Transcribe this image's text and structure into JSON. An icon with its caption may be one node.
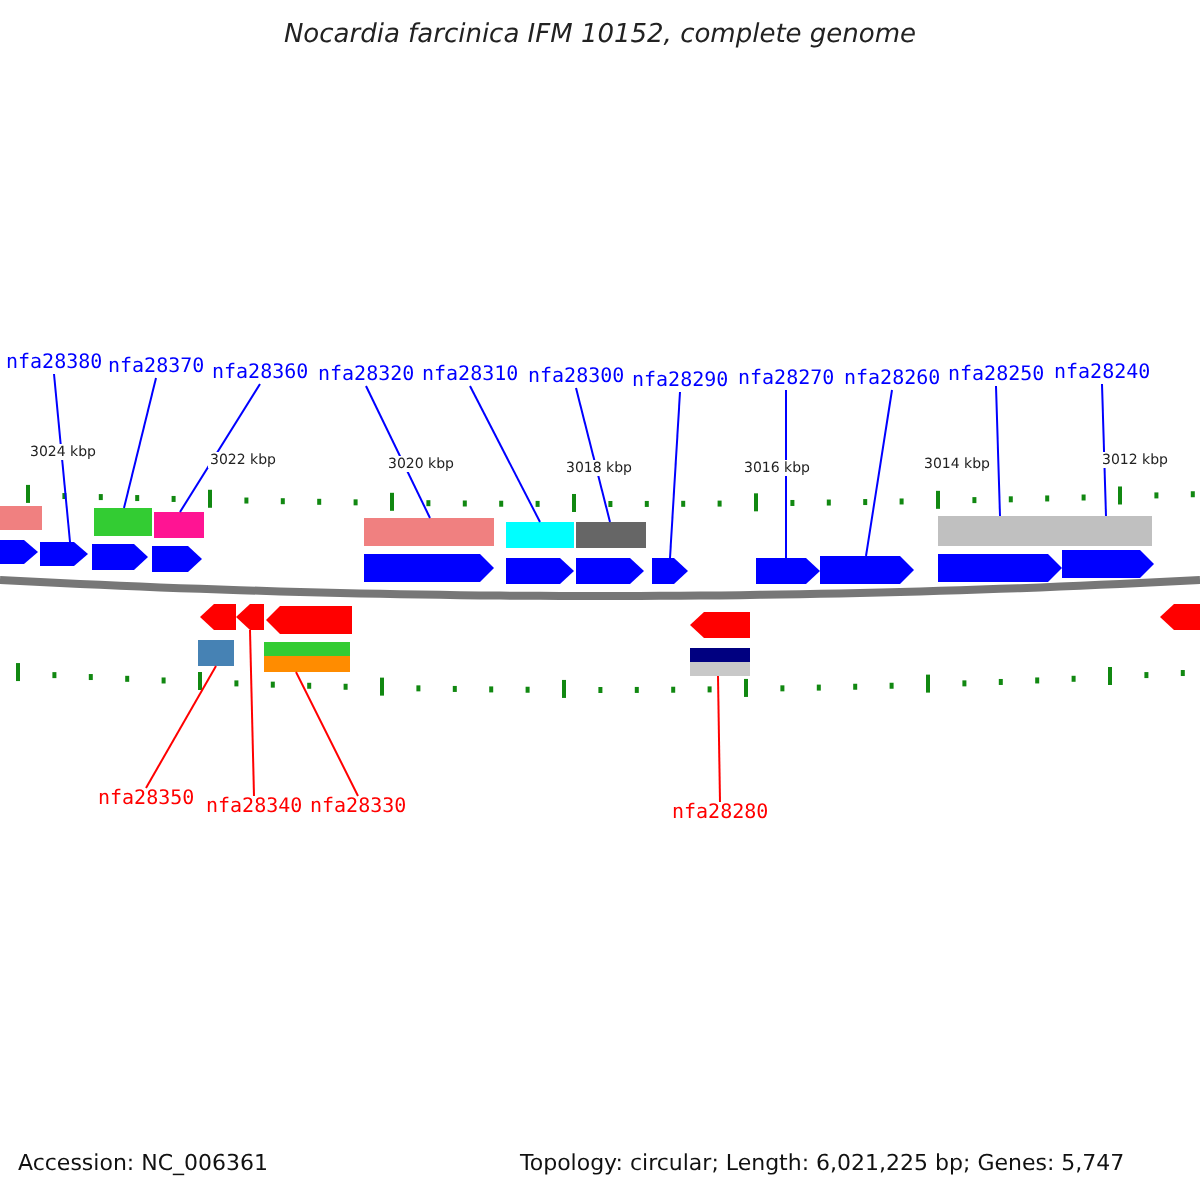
{
  "diagram": {
    "title": "Nocardia farcinica IFM 10152, complete genome",
    "nodes": [
      {
        "text": [
          "nfa28380"
        ]
      },
      {
        "text": [
          "nfa28370"
        ]
      },
      {
        "text": [
          "nfa28360"
        ]
      },
      {
        "text": [
          "nfa28320"
        ]
      },
      {
        "text": [
          "nfa28310"
        ]
      },
      {
        "text": [
          "nfa28300"
        ]
      },
      {
        "text": [
          "nfa28290"
        ]
      },
      {
        "text": [
          "nfa28270"
        ]
      },
      {
        "text": [
          "nfa28260"
        ]
      },
      {
        "text": [
          "nfa28250"
        ]
      },
      {
        "text": [
          "nfa28240"
        ]
      },
      {
        "text": [
          "nfa28350"
        ]
      },
      {
        "text": [
          "nfa28340"
        ]
      },
      {
        "text": [
          "nfa28330"
        ]
      },
      {
        "text": [
          "nfa28280"
        ]
      },
      {
        "text": [],
        "shape": "bar"
      },
      {
        "text": [],
        "shape": "bar"
      },
      {
        "text": [],
        "shape": "bar"
      },
      {
        "text": [],
        "shape": "bar"
      },
      {
        "text": [],
        "shape": "bar"
      },
      {
        "text": [],
        "shape": "bar"
      },
      {
        "text": [],
        "shape": "bar"
      },
      {
        "text": [],
        "shape": "pentagon"
      },
      {
        "text": [],
        "shape": "pentagon"
      },
      {
        "text": [],
        "shape": "pentagon"
      },
      {
        "text": [],
        "shape": "pentagon"
      },
      {
        "text": [],
        "shape": "pentagon"
      },
      {
        "text": [],
        "shape": "pentagon"
      },
      {
        "text": [],
        "shape": "pentagon"
      },
      {
        "text": [],
        "shape": "pentagon"
      },
      {
        "text": [],
        "shape": "pentagon"
      },
      {
        "text": [],
        "shape": "pentagon"
      },
      {
        "text": [],
        "shape": "pentagon"
      },
      {
        "text": [],
        "shape": "pentagon"
      },
      {
        "text": [],
        "shape": "pentagon"
      },
      {
        "text": [],
        "shape": "pentagon"
      },
      {
        "text": [],
        "shape": "pentagon"
      },
      {
        "text": [],
        "shape": "pentagon"
      },
      {
        "text": [],
        "shape": "pentagon"
      },
      {
        "text": [],
        "shape": "bar"
      },
      {
        "text": [],
        "shape": "bar"
      },
      {
        "text": [],
        "shape": "bar"
      },
      {
        "text": [],
        "shape": "bar"
      },
      {
        "text": [],
        "shape": "bar"
      }
    ],
    "edges": [
      {
        "from": 0,
        "to": 23,
        "arrow": "none"
      },
      {
        "from": 1,
        "to": 16,
        "arrow": "none"
      },
      {
        "from": 2,
        "to": 17,
        "arrow": "none"
      },
      {
        "from": 3,
        "to": 18,
        "arrow": "none"
      },
      {
        "from": 4,
        "to": 19,
        "arrow": "none"
      },
      {
        "from": 5,
        "to": 20,
        "arrow": "none"
      },
      {
        "from": 6,
        "to": 29,
        "arrow": "none"
      },
      {
        "from": 7,
        "to": 30,
        "arrow": "none"
      },
      {
        "from": 8,
        "to": 31,
        "arrow": "none"
      },
      {
        "from": 9,
        "to": 21,
        "arrow": "none"
      },
      {
        "from": 10,
        "to": 21,
        "arrow": "none"
      },
      {
        "from": 11,
        "to": 39,
        "arrow": "none",
        "color": "#ff0000"
      },
      {
        "from": 12,
        "to": 35,
        "arrow": "none",
        "color": "#ff0000"
      },
      {
        "from": 13,
        "to": 41,
        "arrow": "none",
        "color": "#ff0000"
      },
      {
        "from": 14,
        "to": 43,
        "arrow": "none",
        "color": "#ff0000"
      }
    ],
    "labels": [
      "3024 kbp",
      "3022 kbp",
      "3020 kbp",
      "3018 kbp",
      "3016 kbp",
      "3014 kbp",
      "3012 kbp",
      "Accession: NC_006361",
      "Topology: circular; Length: 6,021,225 bp; Genes: 5,747"
    ]
  }
}
